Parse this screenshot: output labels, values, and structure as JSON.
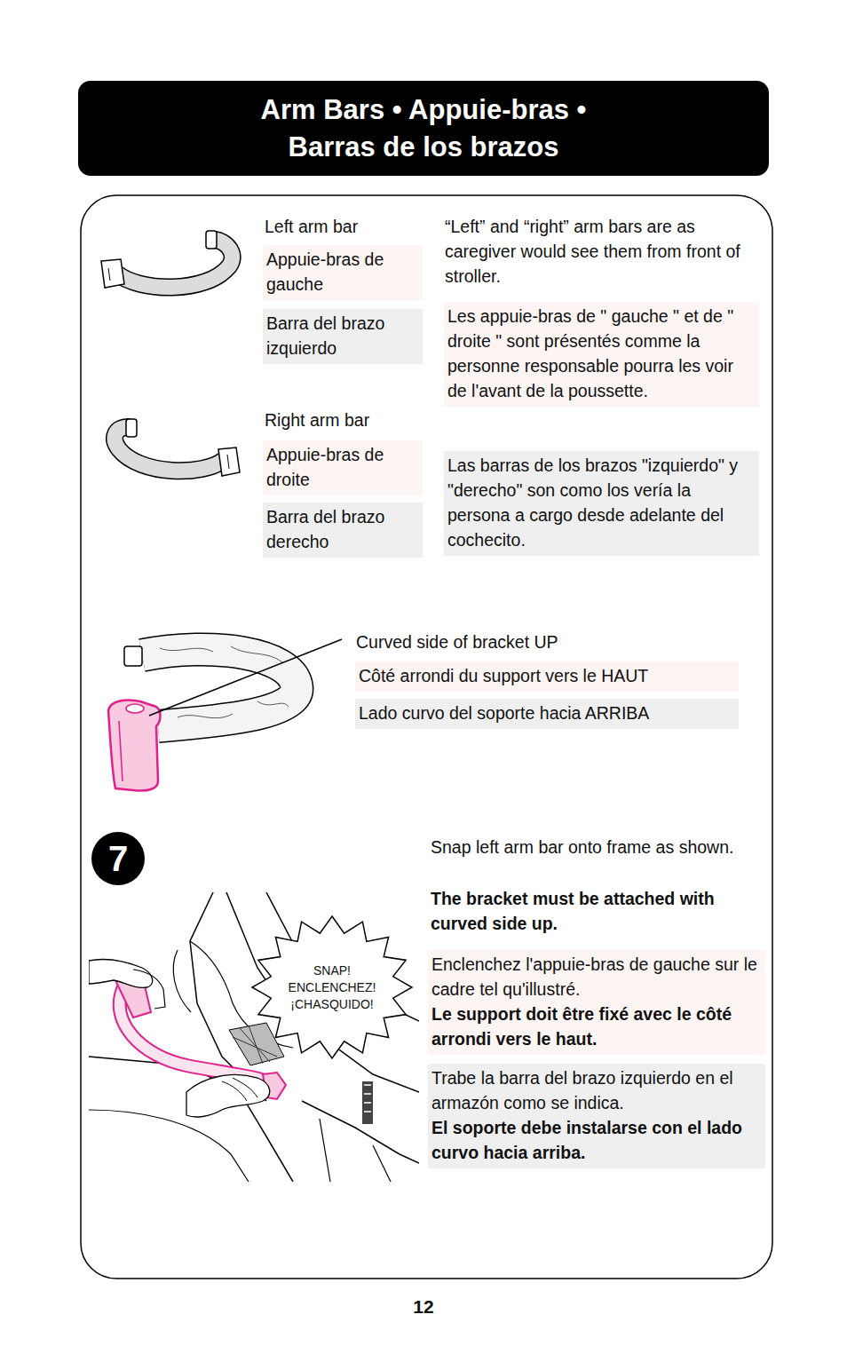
{
  "diagram": {
    "title": "Arm Bars • Appuie-bras • Barras de los brazos",
    "nodes": [
      {
        "text": [
          "Appuie-bras de gauche"
        ]
      },
      {
        "text": [
          "Barra del brazo izquierdo"
        ]
      },
      {
        "text": [
          "Les appuie-bras de \" gauche \" et de \" droite \" sont présentés comme la personne responsable pourra les voir de l'avant de la poussette."
        ]
      },
      {
        "text": [
          "Appuie-bras de droite"
        ]
      },
      {
        "text": [
          "Barra del brazo derecho"
        ]
      },
      {
        "text": [
          "Las barras de los brazos \"izquierdo\" y \"derecho\" son como los vería la persona a cargo desde adelante del cochecito."
        ]
      },
      {
        "text": [
          "Côté arrondi du support vers le HAUT"
        ]
      },
      {
        "text": [
          "Lado curvo del soporte hacia ARRIBA"
        ]
      },
      {
        "text": [
          "7"
        ]
      },
      {
        "text": [
          "SNAP! ENCLENCHEZ! ¡CHASQUIDO!"
        ]
      },
      {
        "text": [
          "Enclenchez l'appuie-bras de gauche sur le cadre tel qu'illustré.",
          "Le support doit être fixé avec le côté arrondi vers le haut."
        ]
      },
      {
        "text": [
          "Trabe la barra del brazo izquierdo en el armazón como se indica.",
          "El soporte debe instalarse con el lado curvo hacia arriba."
        ]
      }
    ],
    "labels": [
      "Left arm bar",
      "“Left” and “right” arm bars are as caregiver would see them from front of stroller.",
      "Right arm bar",
      "Curved side of bracket UP",
      "Snap left arm bar onto frame as shown.",
      "The bracket must be attached with curved side up.",
      "12"
    ]
  }
}
